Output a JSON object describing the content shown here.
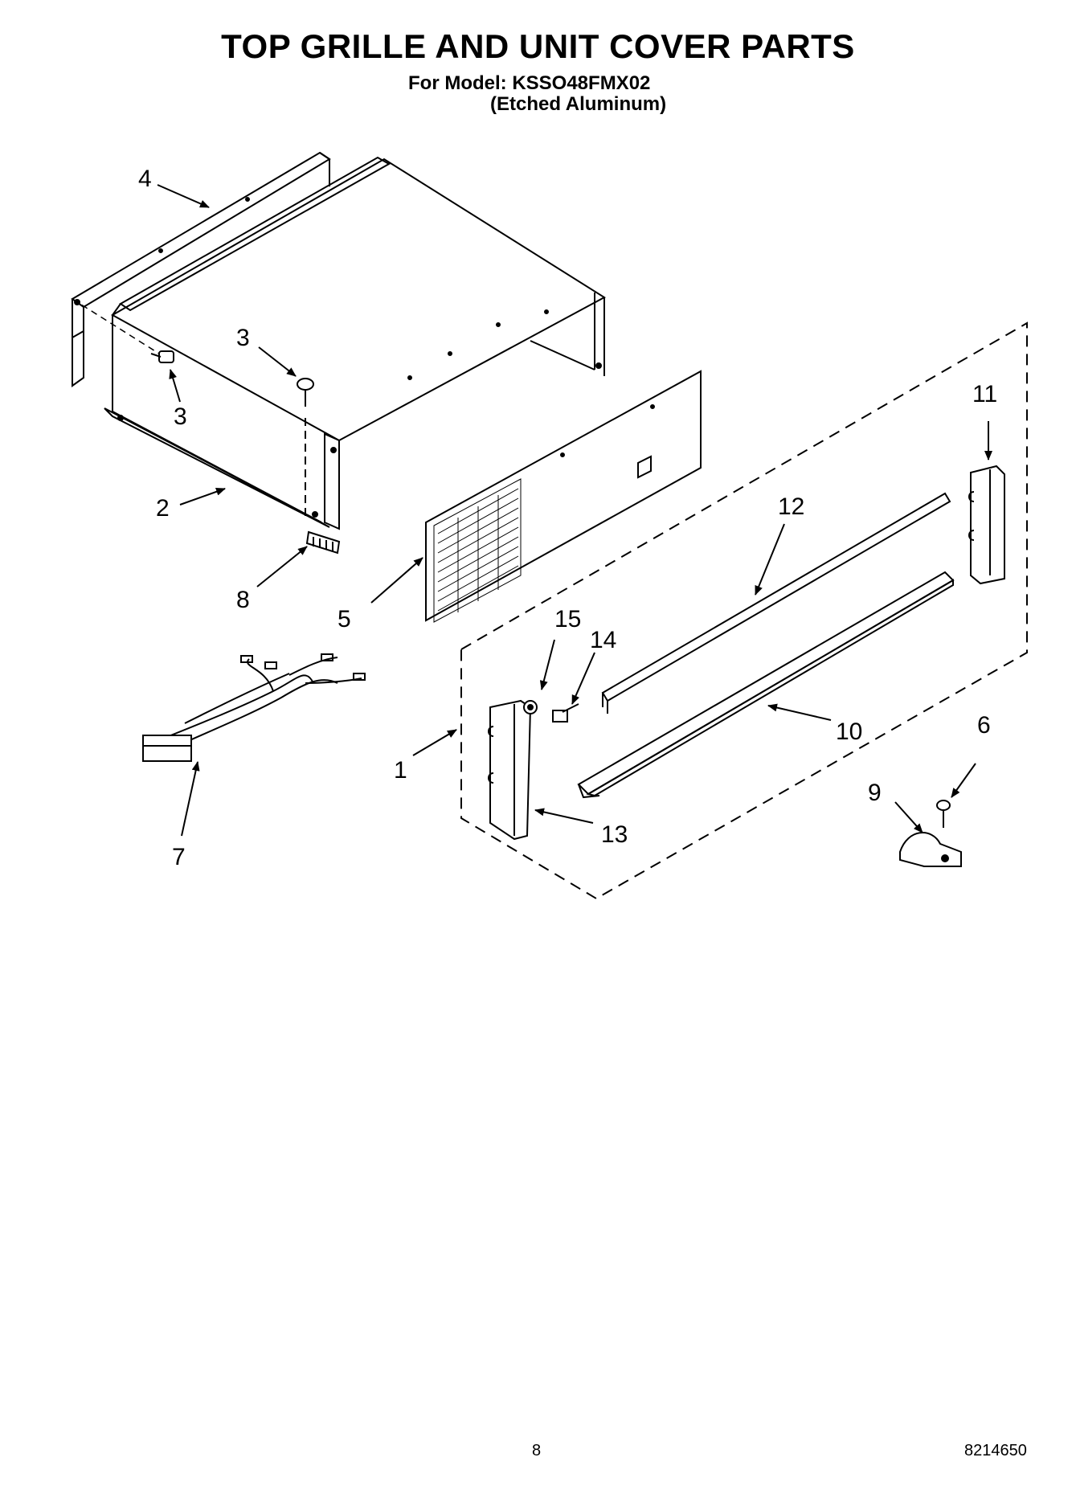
{
  "header": {
    "title": "TOP GRILLE AND UNIT COVER PARTS",
    "model_line": "For Model: KSSO48FMX02",
    "finish_line": "(Etched Aluminum)"
  },
  "callouts": {
    "c1": "1",
    "c2": "2",
    "c3a": "3",
    "c3b": "3",
    "c4": "4",
    "c5": "5",
    "c6": "6",
    "c7": "7",
    "c8": "8",
    "c9": "9",
    "c10": "10",
    "c11": "11",
    "c12": "12",
    "c13": "13",
    "c14": "14",
    "c15": "15"
  },
  "footer": {
    "page_number": "8",
    "document_number": "8214650"
  }
}
